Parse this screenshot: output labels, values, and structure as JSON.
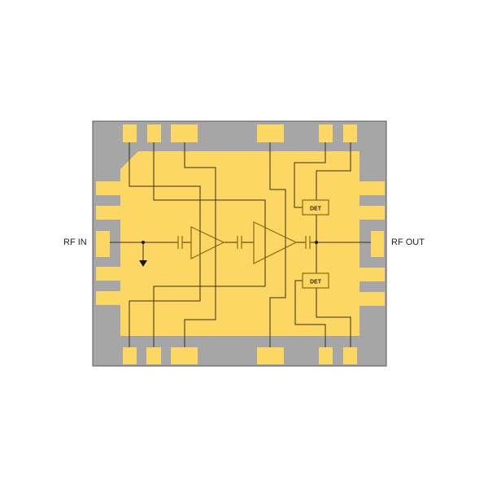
{
  "colors": {
    "background": "#ffffff",
    "substrate": "#a6a6a6",
    "substrate_border": "#555555",
    "metal": "#fdd764",
    "wire": "#3a2e10",
    "component_stroke": "#8a6a10",
    "det_text": "#3a2e10"
  },
  "ports": {
    "rf_in": "RF IN",
    "rf_out": "RF OUT"
  },
  "components": {
    "amplifiers": [
      {
        "name": "amplifier-stage-1"
      },
      {
        "name": "amplifier-stage-2"
      }
    ],
    "capacitors": [
      {
        "name": "input-dc-block-capacitor"
      },
      {
        "name": "interstage-capacitor"
      },
      {
        "name": "output-dc-block-capacitor"
      }
    ],
    "detectors": [
      {
        "name": "detector-top",
        "label": "DET"
      },
      {
        "name": "detector-bottom",
        "label": "DET"
      }
    ],
    "ground_symbol": {
      "name": "ground-icon"
    }
  },
  "pads": {
    "top_count": 6,
    "bottom_count": 6,
    "left_rf_pad": "rf-in-pad",
    "right_rf_pad": "rf-out-pad"
  }
}
